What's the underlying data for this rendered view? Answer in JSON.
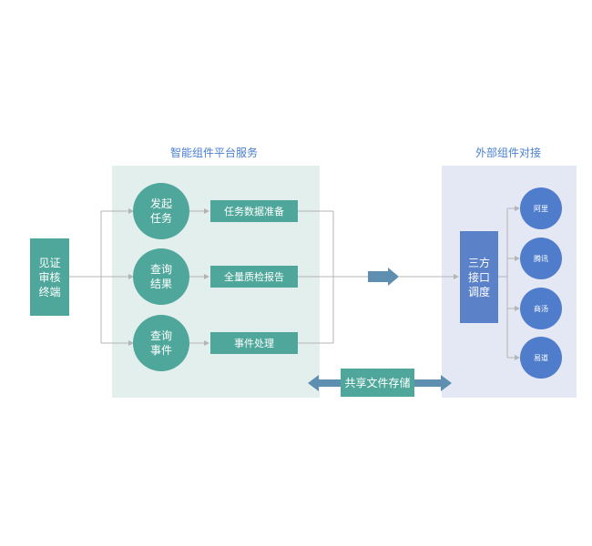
{
  "titles": {
    "platform": "智能组件平台服务",
    "external": "外部组件对接"
  },
  "start": {
    "label": "见证\n审核\n终端"
  },
  "flows": [
    {
      "circle": "发起\n任务",
      "task": "任务数据准备"
    },
    {
      "circle": "查询\n结果",
      "task": "全量质检报告"
    },
    {
      "circle": "查询\n事件",
      "task": "事件处理"
    }
  ],
  "dispatcher": {
    "label": "三方\n接口\n调度"
  },
  "vendors": [
    "阿里",
    "腾讯",
    "商汤",
    "易道"
  ],
  "storage": {
    "label": "共享文件存储"
  },
  "colors": {
    "green": "#4ea79a",
    "blue_box": "#5b82c9",
    "blue_circle": "#4f7dcc",
    "panel_green": "#e2efec",
    "panel_blue": "#e4e8f4",
    "title_blue": "#4a7fd0",
    "arrow": "#5f8fb0",
    "connector": "#b4b4b4"
  }
}
